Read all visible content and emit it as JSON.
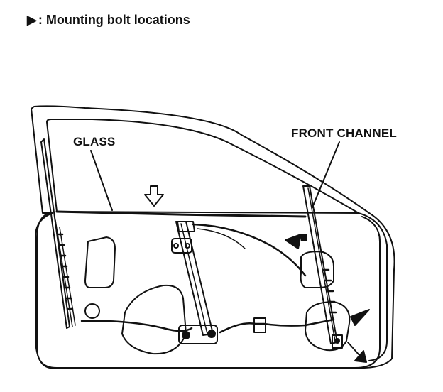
{
  "legend": {
    "symbol": "▶",
    "text": ": Mounting bolt locations"
  },
  "labels": {
    "glass": "GLASS",
    "front_channel": "FRONT CHANNEL"
  },
  "icons": {
    "bolt_marker": "filled-arrow-icon",
    "pointer": "hollow-down-arrow-icon"
  },
  "colors": {
    "ink": "#111111",
    "paper": "#ffffff"
  }
}
